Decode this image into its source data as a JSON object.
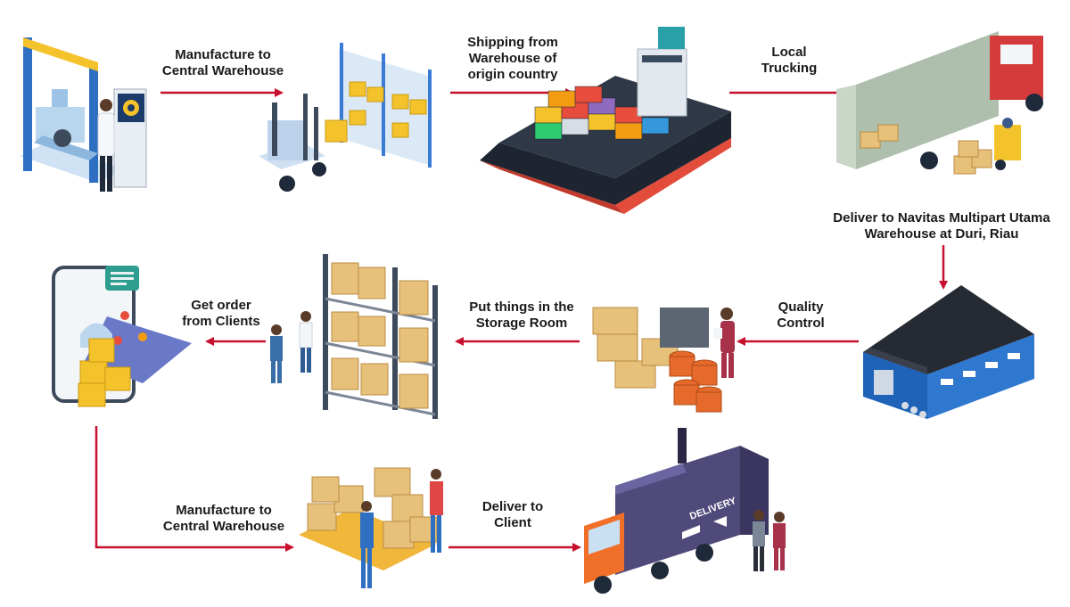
{
  "flow": {
    "steps": [
      {
        "label_line1": "Manufacture to",
        "label_line2": "Central Warehouse"
      },
      {
        "label_line1": "Shipping from",
        "label_line2": "Warehouse of",
        "label_line3": "origin country"
      },
      {
        "label_line1": "Local",
        "label_line2": "Trucking"
      },
      {
        "label_line1": "Deliver to Navitas Multipart Utama",
        "label_line2": "Warehouse at Duri, Riau"
      },
      {
        "label_line1": "Quality",
        "label_line2": "Control"
      },
      {
        "label_line1": "Put things in the",
        "label_line2": "Storage Room"
      },
      {
        "label_line1": "Get order",
        "label_line2": "from Clients"
      },
      {
        "label_line1": "Manufacture to",
        "label_line2": "Central Warehouse"
      },
      {
        "label_line1": "Deliver to",
        "label_line2": "Client"
      }
    ]
  },
  "illustrations": {
    "truck_side_text": "DELIVERY"
  },
  "colors": {
    "arrow": "#c8102e",
    "warehouse_blue": "#1e63b8",
    "ship_hull": "#c0392b",
    "box": "#e7c07a",
    "truck_orange": "#f0702a",
    "truck_purple": "#4f4a7a"
  }
}
